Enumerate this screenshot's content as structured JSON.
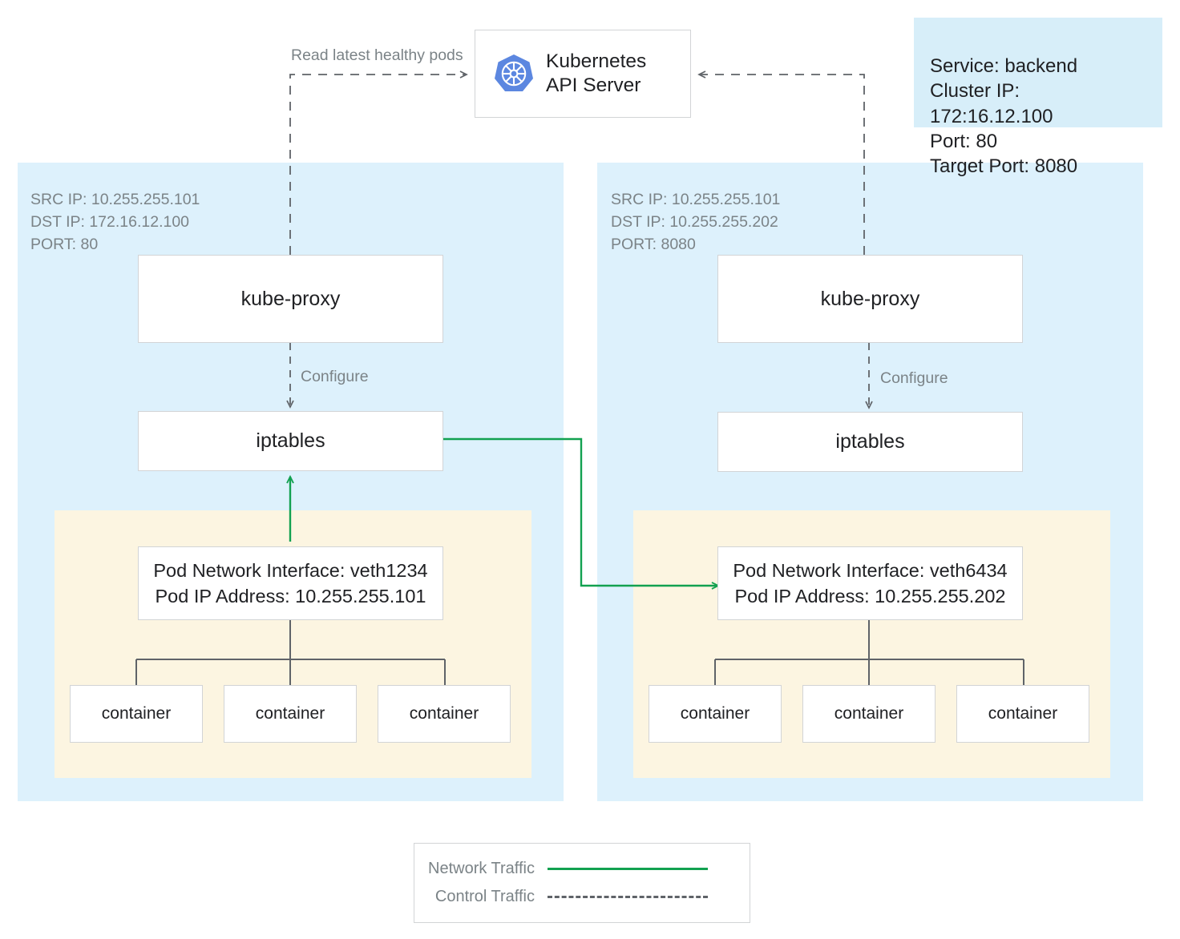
{
  "diagram": {
    "title": "Kubernetes kube-proxy iptables service routing",
    "colors": {
      "node_bg": "#ddf1fc",
      "pod_bg": "#fcf5e1",
      "box_border": "#d2d4d6",
      "network_traffic": "#12a150",
      "control_traffic": "#5f6368",
      "muted_text": "#7b8387",
      "k8s_logo_blue": "#5c87e0",
      "service_callout_bg": "#d7eef9"
    }
  },
  "api_server": {
    "label": "Kubernetes\nAPI Server",
    "icon": "kubernetes-logo-icon"
  },
  "service_info": {
    "text": "Service: backend\nCluster IP: 172:16.12.100\nPort: 80\nTarget Port: 8080",
    "lines": [
      "Service: backend",
      "Cluster IP: 172:16.12.100",
      "Port: 80",
      "Target Port: 8080"
    ]
  },
  "edges": {
    "read_latest": "Read latest healthy pods",
    "configure_left": "Configure",
    "configure_right": "Configure"
  },
  "nodes": [
    {
      "id": "left",
      "packet_info": "SRC IP: 10.255.255.101\nDST IP: 172.16.12.100\nPORT: 80",
      "packet_lines": [
        "SRC IP: 10.255.255.101",
        "DST IP: 172.16.12.100",
        "PORT: 80"
      ],
      "kube_proxy": "kube-proxy",
      "iptables": "iptables",
      "pod": {
        "text": "Pod Network Interface: veth1234\nPod IP Address: 10.255.255.101",
        "interface_line": "Pod Network Interface: veth1234",
        "ip_line": "Pod IP Address: 10.255.255.101"
      },
      "containers": [
        "container",
        "container",
        "container"
      ]
    },
    {
      "id": "right",
      "packet_info": "SRC IP: 10.255.255.101\nDST IP: 10.255.255.202\nPORT: 8080",
      "packet_lines": [
        "SRC IP: 10.255.255.101",
        "DST IP: 10.255.255.202",
        "PORT: 8080"
      ],
      "kube_proxy": "kube-proxy",
      "iptables": "iptables",
      "pod": {
        "text": "Pod Network Interface: veth6434\nPod IP Address: 10.255.255.202",
        "interface_line": "Pod Network Interface: veth6434",
        "ip_line": "Pod IP Address: 10.255.255.202"
      },
      "containers": [
        "container",
        "container",
        "container"
      ]
    }
  ],
  "legend": {
    "items": [
      {
        "label": "Network Traffic",
        "style": "solid",
        "color": "#12a150"
      },
      {
        "label": "Control Traffic",
        "style": "dashed",
        "color": "#5f6368"
      }
    ]
  }
}
